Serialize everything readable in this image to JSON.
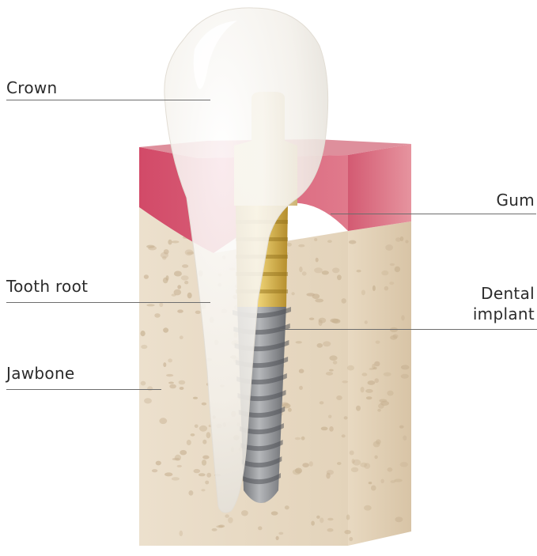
{
  "labels": {
    "crown": "Crown",
    "tooth_root": "Tooth root",
    "jawbone": "Jawbone",
    "gum": "Gum",
    "dental_implant_line1": "Dental",
    "dental_implant_line2": "implant"
  },
  "colors": {
    "gum": "#c9526a",
    "bone": "#eadbc6",
    "bone_pore": "#c8b293",
    "tooth": "#f4f1ec",
    "abutment": "#ecdcaa",
    "implant_gold": "#c9a44a",
    "implant_steel": "#8a8c8f",
    "leader_line": "#6d6d6d"
  }
}
